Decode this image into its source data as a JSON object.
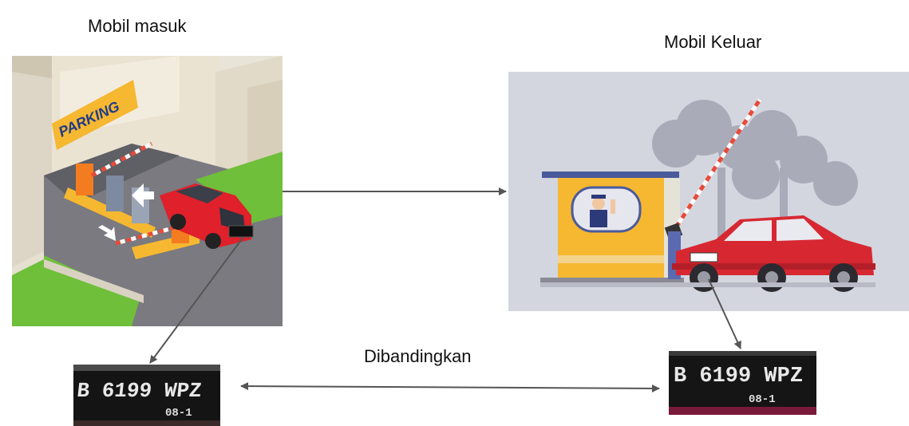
{
  "labels": {
    "entry": "Mobil masuk",
    "exit": "Mobil Keluar",
    "compare": "Dibandingkan"
  },
  "entry_scene": {
    "sign_text": "PARKING"
  },
  "plates": {
    "entry": {
      "main": "B 6199 WPZ",
      "sub": "08-1"
    },
    "exit": {
      "main": "B 6199 WPZ",
      "sub": "08-1"
    }
  },
  "colors": {
    "car": "#e0202a",
    "barrier_stripe": "#e84a3a",
    "booth_yellow": "#f6b731",
    "grass": "#6fbf3a",
    "exit_bg": "#d3d6de",
    "arrow": "#555555"
  }
}
